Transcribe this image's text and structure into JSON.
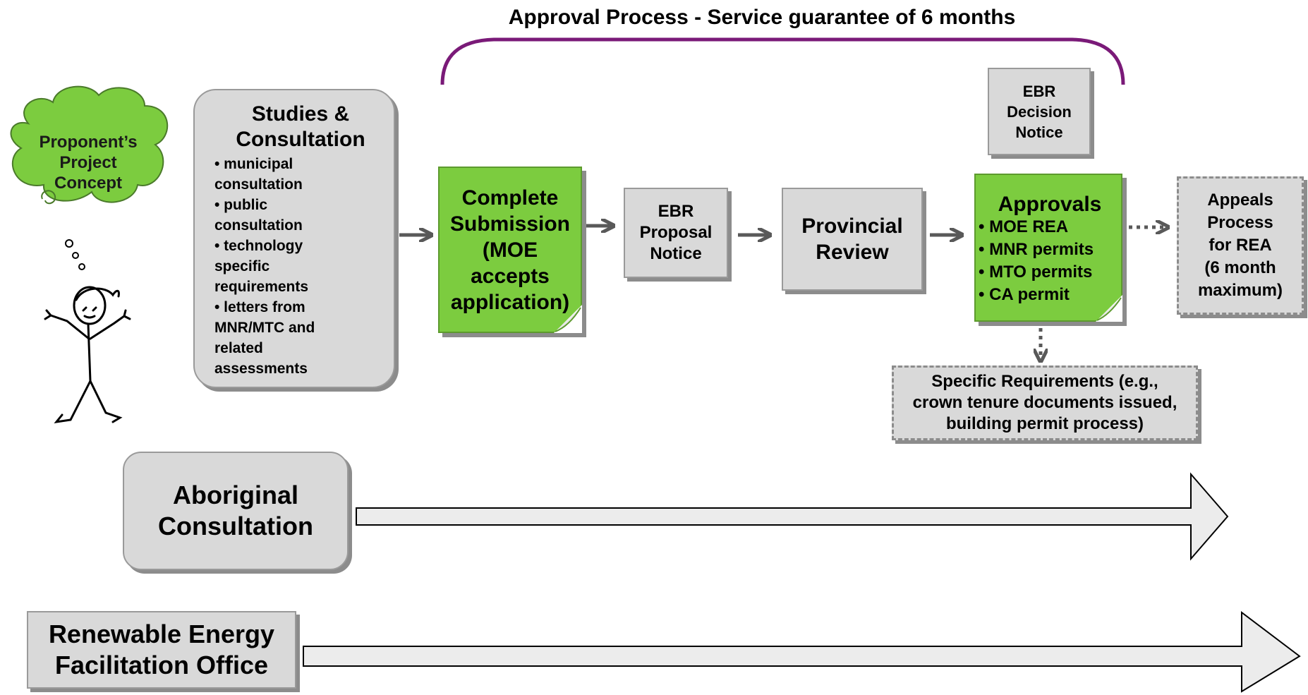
{
  "title": "Approval Process - Service guarantee of 6 months",
  "concept": {
    "lines": [
      "Proponent’s",
      "Project",
      "Concept"
    ]
  },
  "studies": {
    "title_lines": [
      "Studies &",
      "Consultation"
    ],
    "items": [
      "•  municipal",
      "consultation",
      "• public",
      "consultation",
      "• technology",
      "specific",
      "requirements",
      "• letters from",
      "MNR/MTC and",
      "related",
      "assessments"
    ]
  },
  "complete": {
    "lines": [
      "Complete",
      "Submission",
      "(MOE",
      "accepts",
      "application)"
    ]
  },
  "ebr_proposal": {
    "lines": [
      "EBR",
      "Proposal",
      "Notice"
    ]
  },
  "provincial": {
    "lines": [
      "Provincial",
      "Review"
    ]
  },
  "ebr_decision": {
    "lines": [
      "EBR",
      "Decision",
      "Notice"
    ]
  },
  "approvals": {
    "title": "Approvals",
    "items": [
      "• MOE REA",
      "• MNR permits",
      "• MTO permits",
      "• CA permit"
    ]
  },
  "appeals": {
    "lines": [
      "Appeals",
      "Process",
      "for REA",
      "(6 month",
      "maximum)"
    ]
  },
  "specific": {
    "lines": [
      "Specific Requirements (e.g.,",
      "crown tenure documents issued,",
      "building permit process)"
    ]
  },
  "aboriginal": {
    "lines": [
      "Aboriginal",
      "Consultation"
    ]
  },
  "refo": {
    "lines": [
      "Renewable Energy",
      "Facilitation Office"
    ]
  },
  "colors": {
    "green": "#7ccc3f",
    "grey": "#d9d9d9",
    "purple": "#7a1a78",
    "arrow": "#595959"
  }
}
